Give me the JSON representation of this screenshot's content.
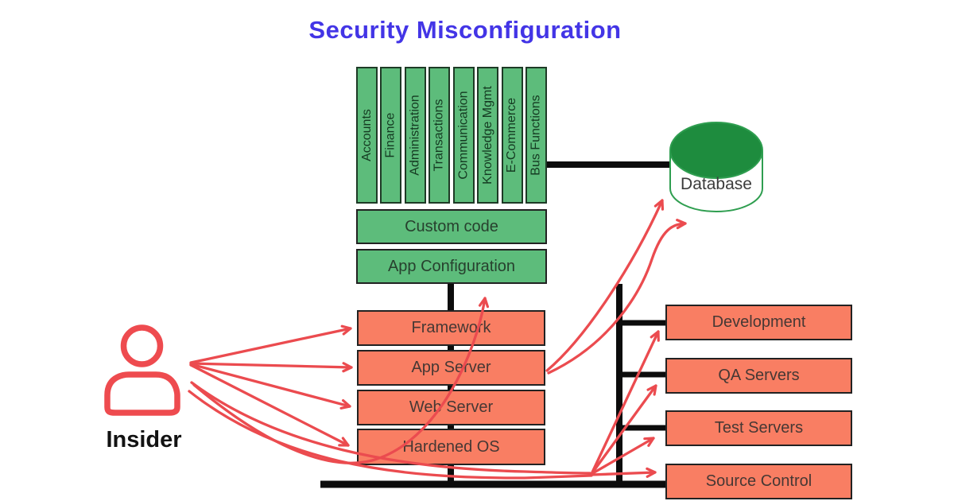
{
  "title": "Security Misconfiguration",
  "insider": {
    "label": "Insider"
  },
  "business_functions": [
    "Accounts",
    "Finance",
    "Administration",
    "Transactions",
    "Communication",
    "Knowledge Mgmt",
    "E-Commerce",
    "Bus Functions"
  ],
  "app_layers": {
    "custom_code": "Custom code",
    "app_configuration": "App Configuration"
  },
  "server_stack": [
    "Framework",
    "App Server",
    "Web Server",
    "Hardened OS"
  ],
  "environment_stack": [
    "Development",
    "QA Servers",
    "Test Servers",
    "Source Control"
  ],
  "database": {
    "label": "Database"
  },
  "colors": {
    "title_blue": "#4335E6",
    "green_fill": "#5DBC7B",
    "database_top_green": "#1E8C3E",
    "database_outline": "#2F9E50",
    "orange_fill": "#F97E63",
    "arrow_red": "#EB4B4F",
    "connector_black": "#0C0C0C",
    "box_border": "#222222"
  }
}
